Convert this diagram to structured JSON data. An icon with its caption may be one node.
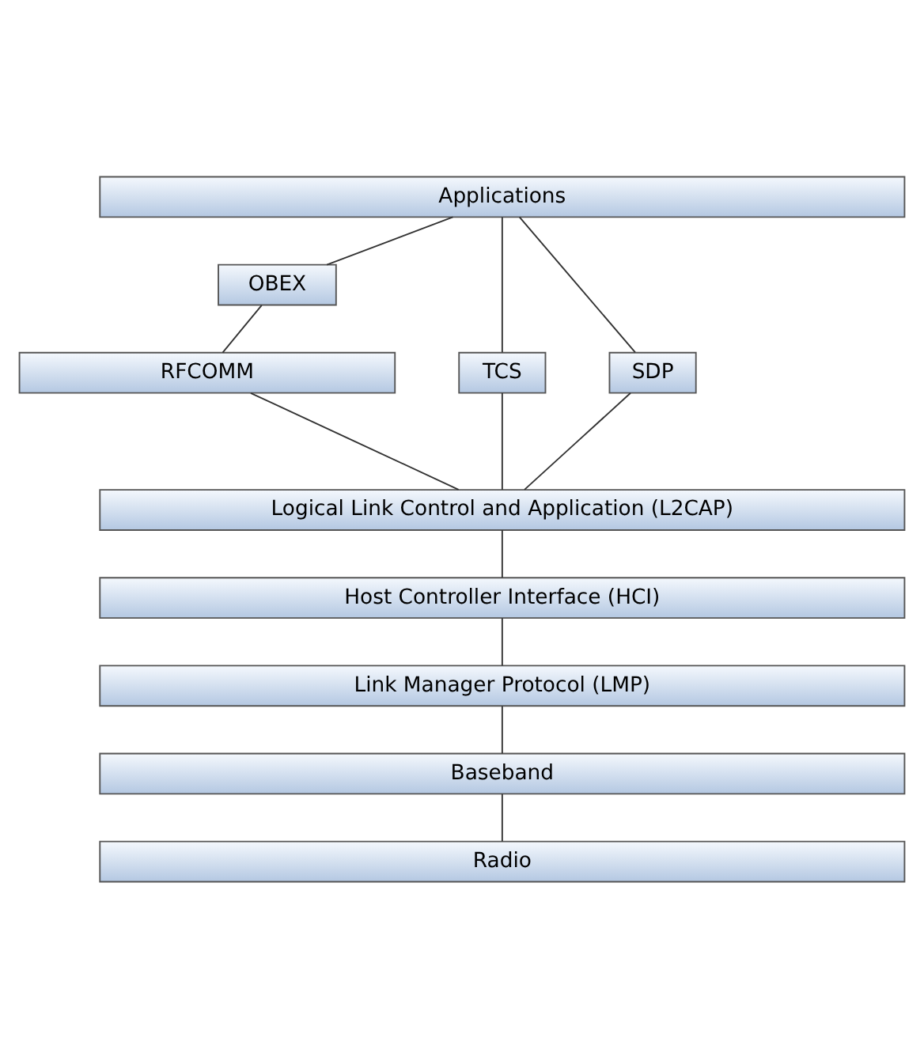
{
  "diagram": {
    "nodes": [
      {
        "text": [
          "Applications"
        ]
      },
      {
        "text": [
          "OBEX"
        ]
      },
      {
        "text": [
          "TCS"
        ]
      },
      {
        "text": [
          "RFCOMM"
        ]
      },
      {
        "text": [
          "SDP"
        ]
      },
      {
        "text": [
          "Logical Link Control and Application (L2CAP)"
        ]
      },
      {
        "text": [
          "Host Controller Interface (HCI)"
        ]
      },
      {
        "text": [
          "Link Manager Protocol (LMP)"
        ]
      },
      {
        "text": [
          "Baseband"
        ]
      },
      {
        "text": [
          "Radio"
        ]
      }
    ],
    "edges": [
      {
        "from": 0,
        "to": 2,
        "arrow": "none"
      },
      {
        "from": 0,
        "to": 1,
        "arrow": "none"
      },
      {
        "from": 0,
        "to": 4,
        "arrow": "none"
      },
      {
        "from": 1,
        "to": 3,
        "arrow": "none"
      },
      {
        "from": 2,
        "to": 5,
        "arrow": "none"
      },
      {
        "from": 3,
        "to": 5,
        "arrow": "none"
      },
      {
        "from": 4,
        "to": 5,
        "arrow": "none"
      },
      {
        "from": 5,
        "to": 6,
        "arrow": "none"
      },
      {
        "from": 6,
        "to": 7,
        "arrow": "none"
      },
      {
        "from": 7,
        "to": 8,
        "arrow": "none"
      },
      {
        "from": 8,
        "to": 9,
        "arrow": "none"
      }
    ]
  }
}
